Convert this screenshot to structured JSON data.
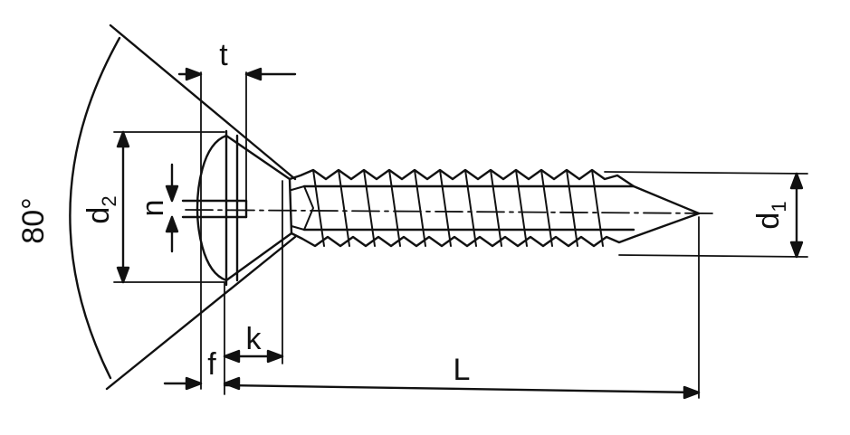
{
  "diagram": {
    "labels": {
      "angle": "80°",
      "head_diameter_base": "d",
      "head_diameter_sub": "2",
      "slot_width": "n",
      "slot_depth": "t",
      "head_height": "k",
      "raised_height": "f",
      "length": "L",
      "thread_diameter_base": "d",
      "thread_diameter_sub": "1"
    },
    "colors": {
      "ink": "#111111",
      "background": "#ffffff"
    }
  }
}
